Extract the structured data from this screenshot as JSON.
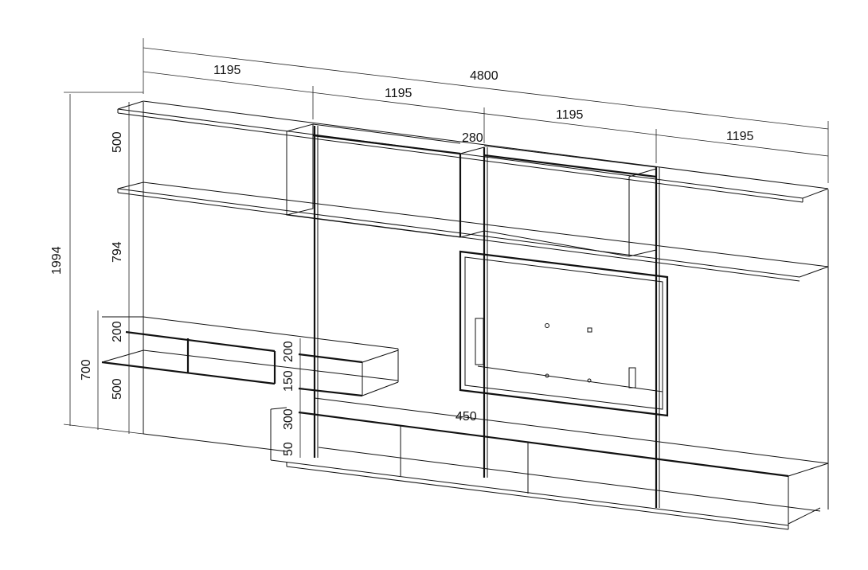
{
  "drawing": {
    "type": "isometric furniture wall unit drawing",
    "colors": {
      "line": "#111111",
      "background": "#ffffff"
    },
    "dimensions": {
      "total_width": "4800",
      "section_widths": [
        "1195",
        "1195",
        "1195",
        "1195"
      ],
      "cabinet_gap": "280",
      "total_height": "1994",
      "upper_shelf_gap": "500",
      "middle_gap": "794",
      "left_unit_height": "700",
      "left_unit_box": "200",
      "left_unit_below": "500",
      "mid_box_height": "200",
      "mid_gap": "150",
      "base_height": "300",
      "plinth_height": "50",
      "base_depth": "450"
    }
  }
}
